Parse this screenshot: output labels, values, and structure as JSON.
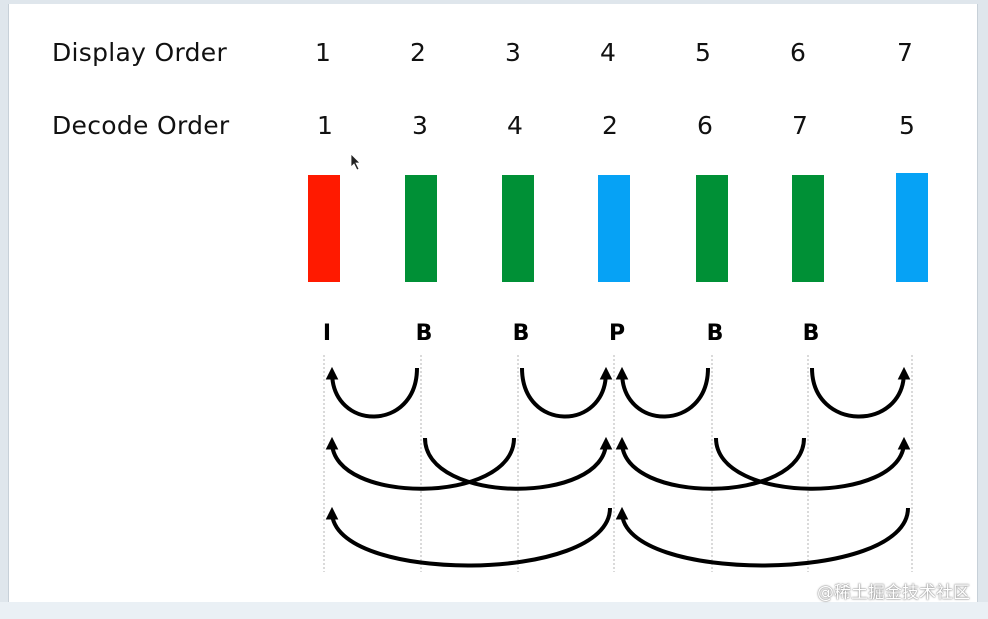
{
  "labels": {
    "display_order": "Display Order",
    "decode_order": "Decode Order"
  },
  "display_order": [
    "1",
    "2",
    "3",
    "4",
    "5",
    "6",
    "7"
  ],
  "decode_order": [
    "1",
    "3",
    "4",
    "2",
    "6",
    "7",
    "5"
  ],
  "frames": [
    {
      "color": "#ff1a00"
    },
    {
      "color": "#009036"
    },
    {
      "color": "#009036"
    },
    {
      "color": "#06a2f5"
    },
    {
      "color": "#009036"
    },
    {
      "color": "#009036"
    },
    {
      "color": "#06a2f5"
    }
  ],
  "frame_types": [
    "I",
    "B",
    "B",
    "P",
    "B",
    "B",
    ""
  ],
  "references": [
    {
      "from": 1,
      "to": 0
    },
    {
      "from": 1,
      "to": 3
    },
    {
      "from": 2,
      "to": 0
    },
    {
      "from": 2,
      "to": 3
    },
    {
      "from": 3,
      "to": 0
    },
    {
      "from": 4,
      "to": 3
    },
    {
      "from": 4,
      "to": 6
    },
    {
      "from": 5,
      "to": 3
    },
    {
      "from": 5,
      "to": 6
    },
    {
      "from": 6,
      "to": 3
    }
  ],
  "watermark": "@稀土掘金技术社区",
  "icons": {
    "cursor": "mouse-pointer-icon"
  }
}
